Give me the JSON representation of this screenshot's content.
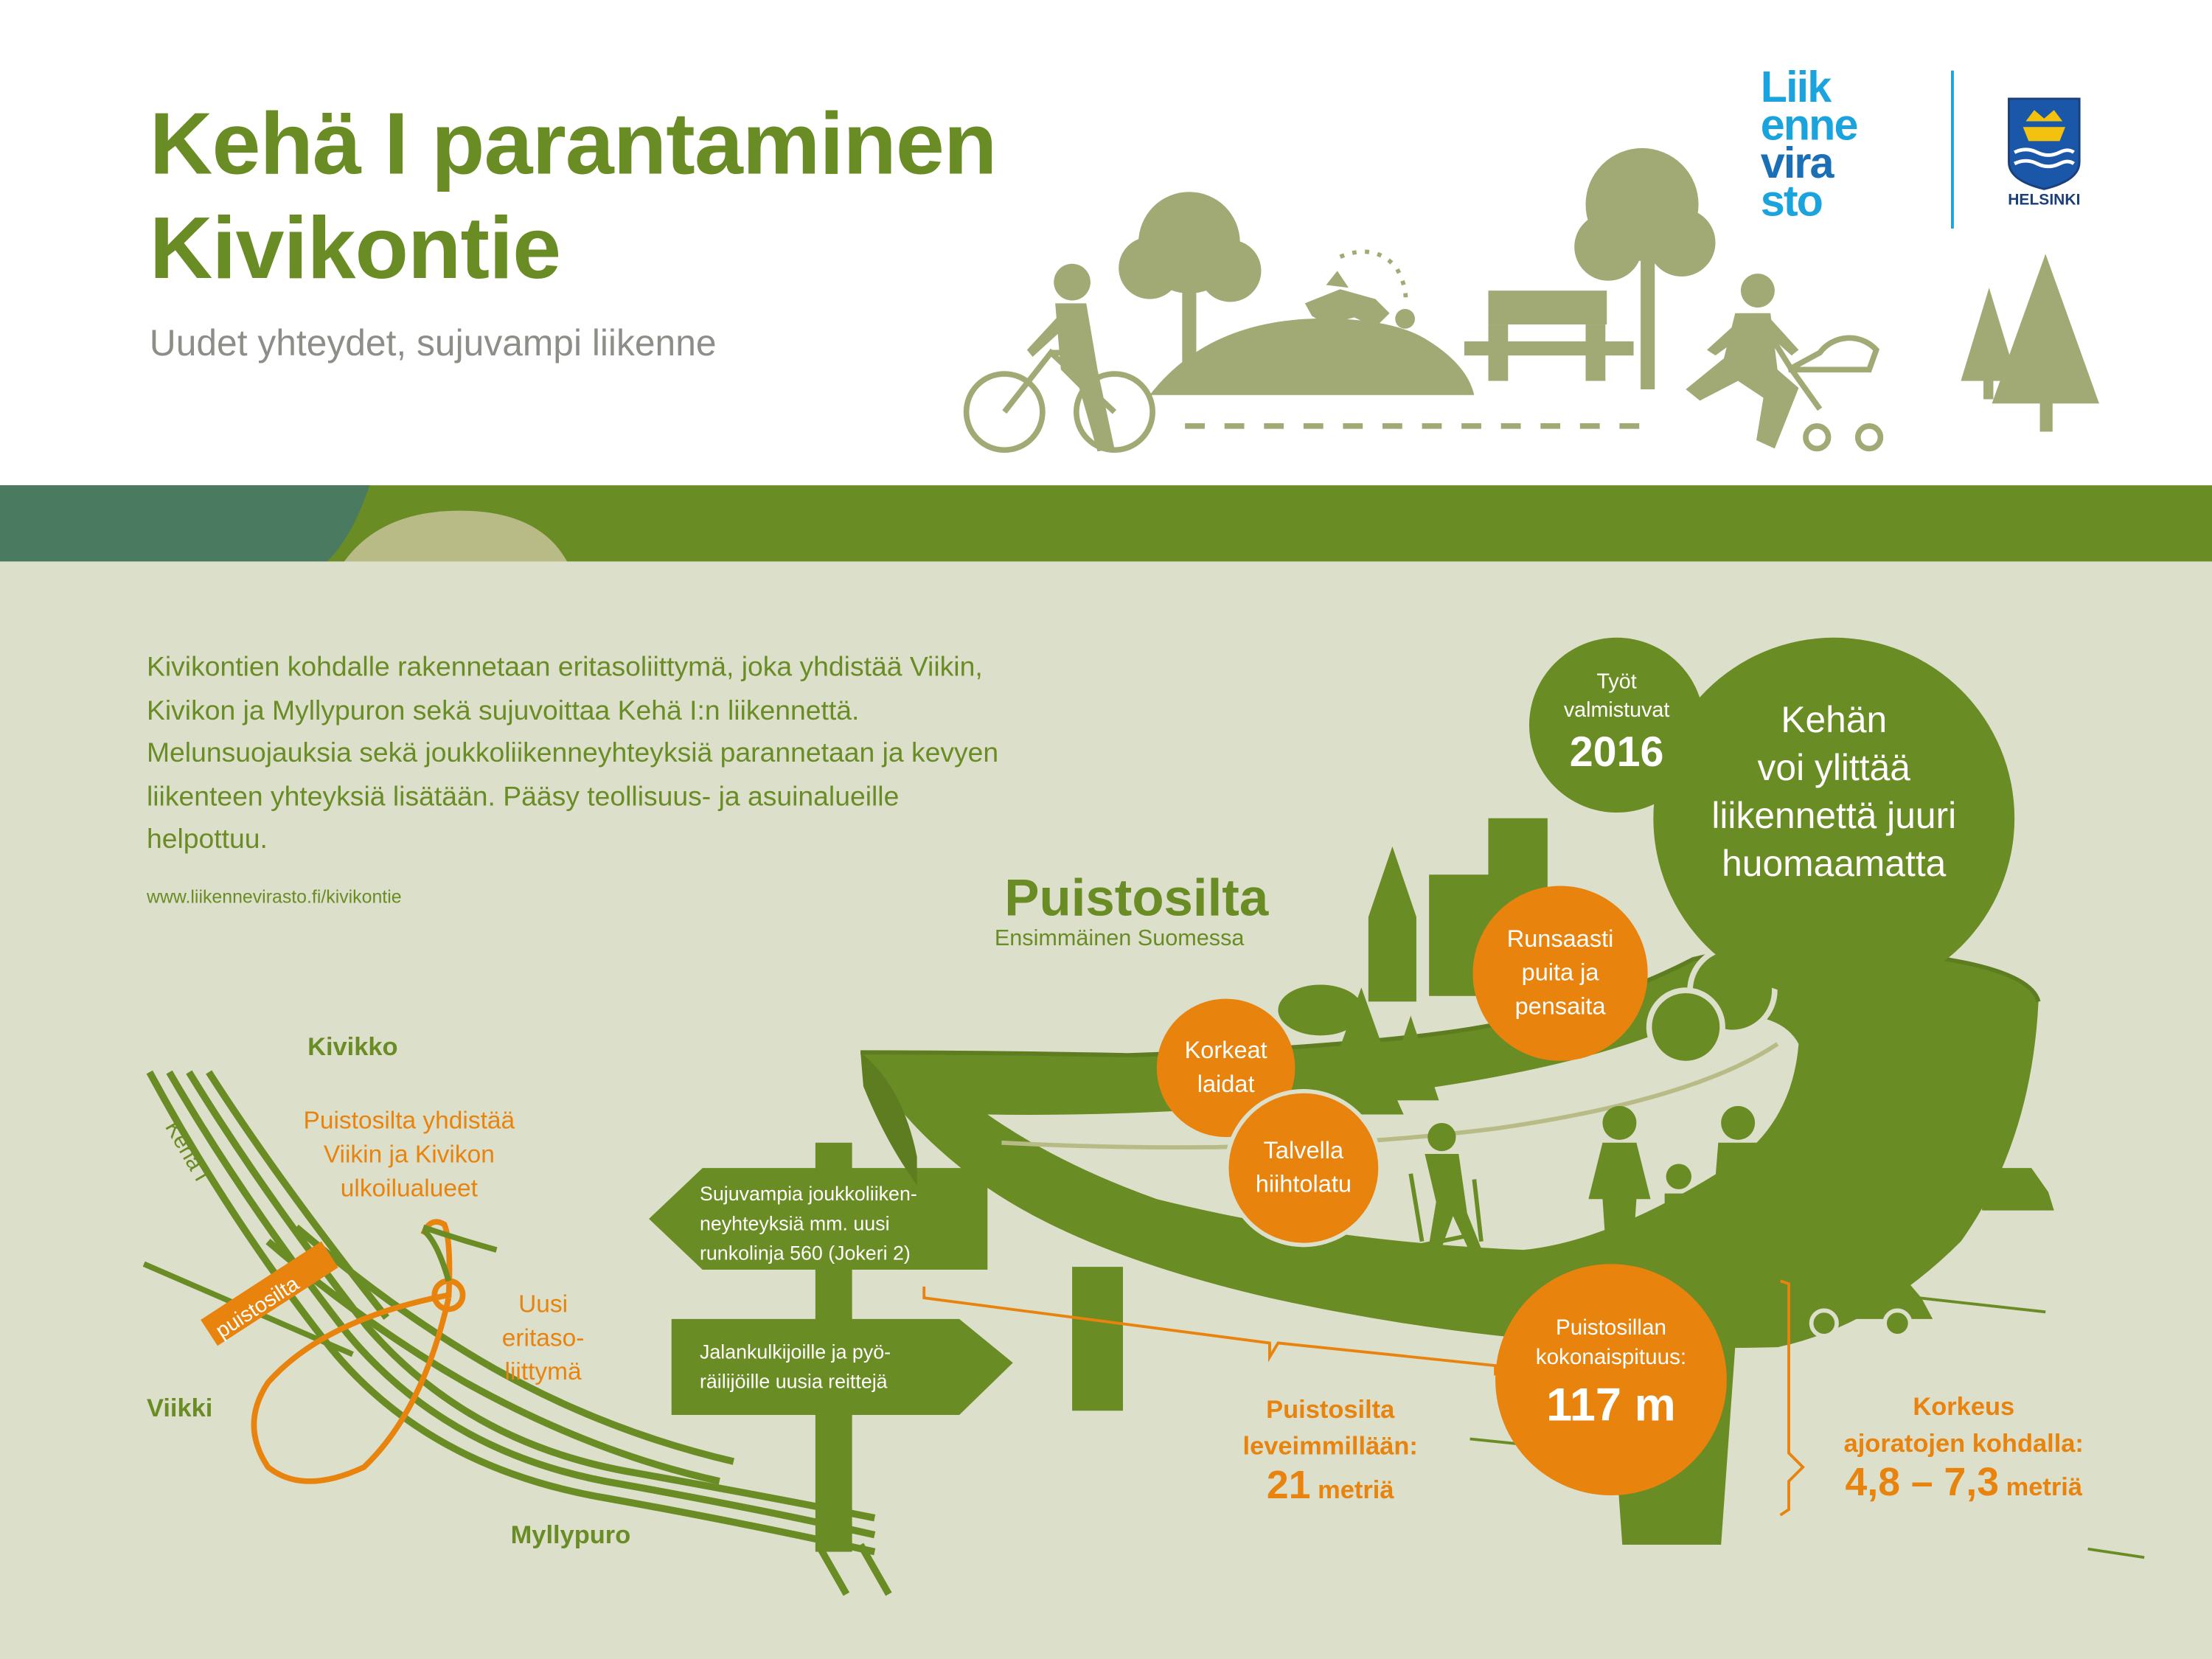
{
  "header": {
    "title_line1": "Kehä I parantaminen",
    "title_line2": "Kivikontie",
    "subtitle": "Uudet yhteydet, sujuvampi liikenne"
  },
  "logos": {
    "liikennevirasto": [
      "Liik",
      "enne",
      "vira",
      "sto"
    ],
    "helsinki": "HELSINKI"
  },
  "intro": {
    "text": "Kivikontien kohdalle rakennetaan eritasoliittymä, joka yhdistää Viikin, Kivikon ja Myllypuron sekä sujuvoittaa Kehä I:n liikennettä. Melunsuojauksia sekä joukkoliikenneyhteyksiä parannetaan ja kevyen liikenteen yhteyksiä lisätään. Pääsy teollisuus- ja asuinalueille helpottuu.",
    "url": "www.liikennevirasto.fi/kivikontie"
  },
  "map": {
    "kivikko": "Kivikko",
    "viikki": "Viikki",
    "myllypuro": "Myllypuro",
    "road": "Kehä I",
    "bridge_tag": "puistosilta",
    "note_bridge": [
      "Puistosilta yhdistää",
      "Viikin ja Kivikon",
      "ulkoilualueet"
    ],
    "note_junction": [
      "Uusi",
      "eritaso-",
      "liittymä"
    ]
  },
  "signs": {
    "left": [
      "Sujuvampia joukkoliiken-",
      "neyhteyksiä mm. uusi",
      "runkolinja 560 (Jokeri 2)"
    ],
    "right": [
      "Jalankulkijoille ja pyö-",
      "räilijöille uusia reittejä"
    ]
  },
  "puistosilta": {
    "title": "Puistosilta",
    "subtitle": "Ensimmäinen Suomessa"
  },
  "bubbles": {
    "valmistuvat": [
      "Työt",
      "valmistuvat"
    ],
    "year": "2016",
    "ylittaa": [
      "Kehän",
      "voi ylittää",
      "liikennettä juuri",
      "huomaamatta"
    ],
    "runsaasti": [
      "Runsaasti",
      "puita ja",
      "pensaita"
    ],
    "korkeat": [
      "Korkeat",
      "laidat"
    ],
    "talvella": [
      "Talvella",
      "hiihtolatu"
    ],
    "length_label": [
      "Puistosillan",
      "kokonaispituus:"
    ],
    "length_value": "117 m"
  },
  "stats": {
    "width_label": [
      "Puistosilta",
      "leveimmillään:"
    ],
    "width_value": "21",
    "width_unit": "metriä",
    "height_label": [
      "Korkeus",
      "ajoratojen kohdalla:"
    ],
    "height_value": "4,8 – 7,3",
    "height_unit": "metriä"
  },
  "colors": {
    "green": "#6a8c25",
    "orange": "#e8830e",
    "olive_light": "#a1aa74",
    "background": "#dcdfca",
    "blue_logo": "#1aa3dd"
  }
}
